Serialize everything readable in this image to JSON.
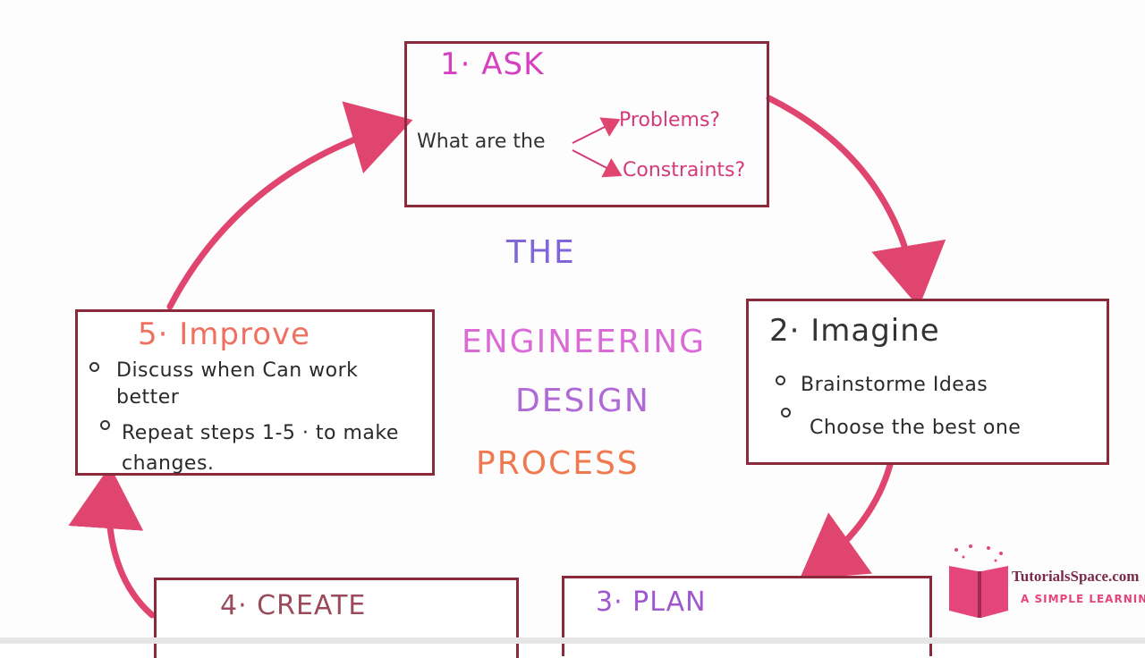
{
  "diagram": {
    "center_title": [
      "THE",
      "ENGINEERING",
      "DESIGN",
      "PROCESS"
    ],
    "steps": {
      "ask": {
        "title": "1· ASK",
        "prompt": "What are the",
        "branches": [
          "Problems?",
          "Constraints?"
        ]
      },
      "imagine": {
        "title": "2· Imagine",
        "bullets": [
          "Brainstorme Ideas",
          "Choose the best one"
        ]
      },
      "plan": {
        "title": "3· PLAN"
      },
      "create": {
        "title": "4· CREATE"
      },
      "improve": {
        "title": "5· Improve",
        "bullets": [
          "Discuss when Can work better",
          "Repeat steps 1-5 · to make changes."
        ]
      }
    }
  },
  "logo": {
    "brand": "TutorialsSpace.com",
    "tagline": "A SIMPLE LEARNING"
  },
  "colors": {
    "arrow": "#e0456f",
    "box_border": "#8a2a3a",
    "ask_title": "#d63fc0",
    "branch_text": "#d43a7a",
    "the": "#8066d6",
    "engineering": "#d96ad6",
    "design": "#b06ad6",
    "process": "#f0794f",
    "improve_title": "#f07060",
    "create_title": "#9a4a5a",
    "plan_title": "#a056d0",
    "logo_pink": "#e4457a",
    "logo_dark": "#7a2a4a"
  }
}
